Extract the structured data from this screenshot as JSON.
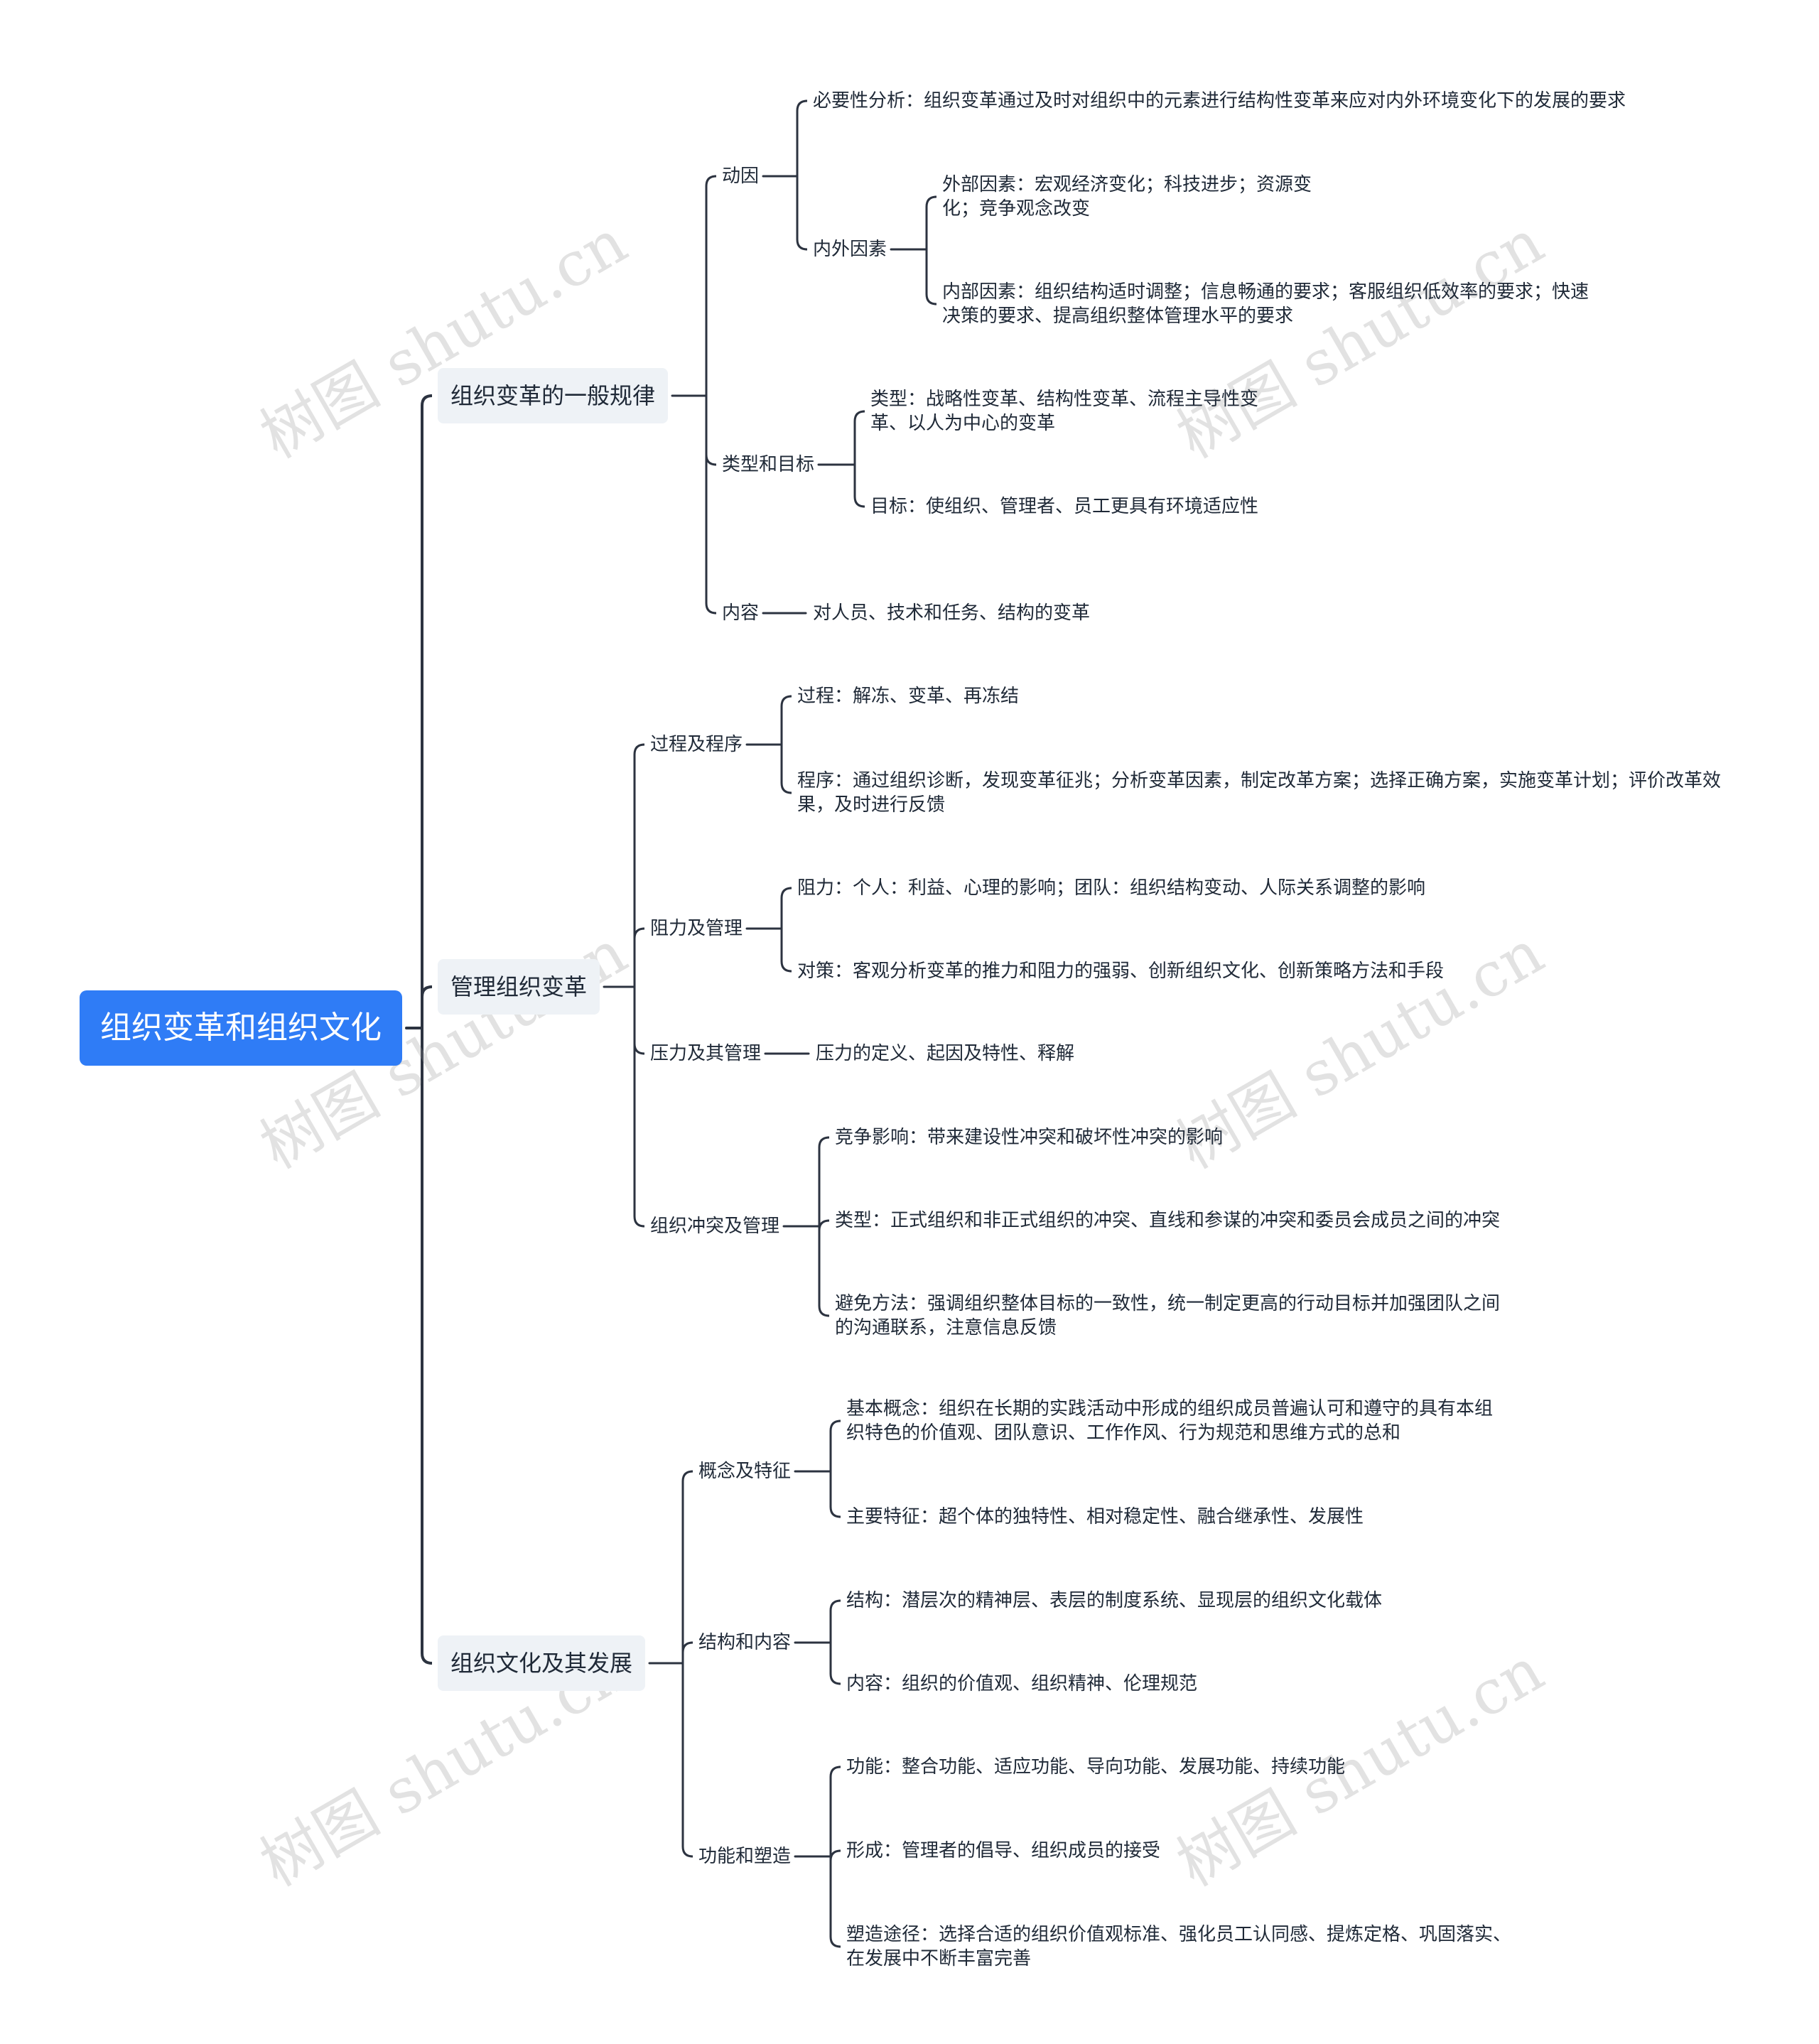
{
  "root": "组织变革和组织文化",
  "watermark": "树图 shutu.cn",
  "branches": [
    {
      "label": "组织变革的一般规律",
      "children": [
        {
          "label": "动因",
          "children": [
            {
              "label": "必要性分析：组织变革通过及时对组织中的元素进行结构性变革来应对内外环境变化下的发展的要求"
            },
            {
              "label": "内外因素",
              "children": [
                {
                  "label": "外部因素：宏观经济变化；科技进步；资源变化；竞争观念改变"
                },
                {
                  "label": "内部因素：组织结构适时调整；信息畅通的要求；客服组织低效率的要求；快速决策的要求、提高组织整体管理水平的要求"
                }
              ]
            }
          ]
        },
        {
          "label": "类型和目标",
          "children": [
            {
              "label": "类型：战略性变革、结构性变革、流程主导性变革、以人为中心的变革"
            },
            {
              "label": "目标：使组织、管理者、员工更具有环境适应性"
            }
          ]
        },
        {
          "label": "内容",
          "children": [
            {
              "label": "对人员、技术和任务、结构的变革"
            }
          ]
        }
      ]
    },
    {
      "label": "管理组织变革",
      "children": [
        {
          "label": "过程及程序",
          "children": [
            {
              "label": "过程：解冻、变革、再冻结"
            },
            {
              "label": "程序：通过组织诊断，发现变革征兆；分析变革因素，制定改革方案；选择正确方案，实施变革计划；评价改革效果，及时进行反馈"
            }
          ]
        },
        {
          "label": "阻力及管理",
          "children": [
            {
              "label": "阻力：个人：利益、心理的影响；团队：组织结构变动、人际关系调整的影响"
            },
            {
              "label": "对策：客观分析变革的推力和阻力的强弱、创新组织文化、创新策略方法和手段"
            }
          ]
        },
        {
          "label": "压力及其管理",
          "children": [
            {
              "label": "压力的定义、起因及特性、释解"
            }
          ]
        },
        {
          "label": "组织冲突及管理",
          "children": [
            {
              "label": "竞争影响：带来建设性冲突和破坏性冲突的影响"
            },
            {
              "label": "类型：正式组织和非正式组织的冲突、直线和参谋的冲突和委员会成员之间的冲突"
            },
            {
              "label": "避免方法：强调组织整体目标的一致性，统一制定更高的行动目标并加强团队之间的沟通联系，注意信息反馈"
            }
          ]
        }
      ]
    },
    {
      "label": "组织文化及其发展",
      "children": [
        {
          "label": "概念及特征",
          "children": [
            {
              "label": "基本概念：组织在长期的实践活动中形成的组织成员普遍认可和遵守的具有本组织特色的价值观、团队意识、工作作风、行为规范和思维方式的总和"
            },
            {
              "label": "主要特征：超个体的独特性、相对稳定性、融合继承性、发展性"
            }
          ]
        },
        {
          "label": "结构和内容",
          "children": [
            {
              "label": "结构：潜层次的精神层、表层的制度系统、显现层的组织文化载体"
            },
            {
              "label": "内容：组织的价值观、组织精神、伦理规范"
            }
          ]
        },
        {
          "label": "功能和塑造",
          "children": [
            {
              "label": "功能：整合功能、适应功能、导向功能、发展功能、持续功能"
            },
            {
              "label": "形成：管理者的倡导、组织成员的接受"
            },
            {
              "label": "塑造途径：选择合适的组织价值观标准、强化员工认同感、提炼定格、巩固落实、在发展中不断丰富完善"
            }
          ]
        }
      ]
    }
  ]
}
